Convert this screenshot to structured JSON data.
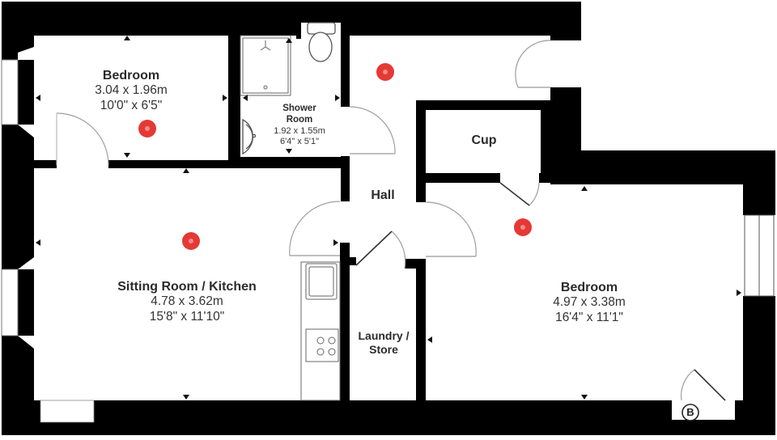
{
  "floor_plan": {
    "rooms": [
      {
        "id": "bedroom-1",
        "name": "Bedroom",
        "metric": "3.04 x 1.96m",
        "imperial": "10'0\" x 6'5\""
      },
      {
        "id": "shower-room",
        "name": "Shower Room",
        "name_line1": "Shower",
        "name_line2": "Room",
        "metric": "1.92 x 1.55m",
        "imperial": "6'4\" x 5'1\""
      },
      {
        "id": "cup",
        "name": "Cup"
      },
      {
        "id": "hall",
        "name": "Hall"
      },
      {
        "id": "sitting-room-kitchen",
        "name": "Sitting Room / Kitchen",
        "metric": "4.78 x 3.62m",
        "imperial": "15'8\" x 11'10\""
      },
      {
        "id": "laundry-store",
        "name": "Laundry / Store",
        "name_line1": "Laundry /",
        "name_line2": "Store"
      },
      {
        "id": "bedroom-2",
        "name": "Bedroom",
        "metric": "4.97 x 3.38m",
        "imperial": "16'4\" x 11'1\""
      }
    ],
    "boiler_marker": "B",
    "colors": {
      "wall": "#000000",
      "floor": "#ffffff",
      "light_fixture": "#e53935",
      "door_arc": "#9e9e9e",
      "text": "#2b2b2b"
    }
  }
}
